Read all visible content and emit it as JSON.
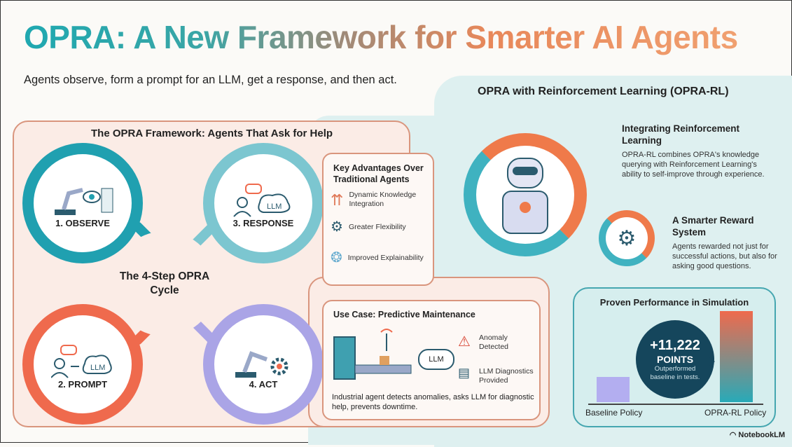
{
  "title": "OPRA: A New Framework for Smarter AI Agents",
  "subtitle": "Agents observe, form a prompt for an LLM, get a response, and then act.",
  "framework": {
    "title": "The OPRA Framework: Agents That Ask for Help",
    "center": "The 4-Step OPRA Cycle",
    "steps": [
      {
        "label": "1. OBSERVE",
        "icon": "robot-arm-eye-icon"
      },
      {
        "label": "3. RESPONSE",
        "icon": "llm-chat-icon",
        "badge": "LLM"
      },
      {
        "label": "2. PROMPT",
        "icon": "user-llm-icon",
        "badge": "LLM"
      },
      {
        "label": "4. ACT",
        "icon": "robot-arm-gear-icon"
      }
    ],
    "advantages": {
      "title": "Key Advantages Over Traditional Agents",
      "items": [
        "Dynamic Knowledge Integration",
        "Greater Flexibility",
        "Improved Explainability"
      ]
    },
    "use_case": {
      "title": "Use Case: Predictive Maintenance",
      "llm": "LLM",
      "alert1": "Anomaly Detected",
      "alert2": "LLM Diagnostics Provided",
      "description": "Industrial agent detects anomalies, asks LLM for diagnostic help, prevents downtime."
    }
  },
  "rl": {
    "title": "OPRA with Reinforcement Learning (OPRA-RL)",
    "integrating_title": "Integrating Reinforcement Learning",
    "integrating_body": "OPRA-RL combines OPRA's knowledge querying with Reinforcement Learning's ability to self-improve through experience.",
    "reward_title": "A Smarter Reward System",
    "reward_body": "Agents rewarded not just for successful actions, but also for asking good questions."
  },
  "chart_data": {
    "type": "bar",
    "title": "Proven Performance in Simulation",
    "categories": [
      "Baseline Policy",
      "OPRA-RL Policy"
    ],
    "relative_values": [
      0.28,
      1.0
    ],
    "annotation": {
      "value": "+11,222",
      "unit": "POINTS",
      "text": "Outperformed baseline in tests."
    },
    "colors": [
      "#b3aef0",
      "#ef6a4d"
    ]
  },
  "branding": "NotebookLM"
}
